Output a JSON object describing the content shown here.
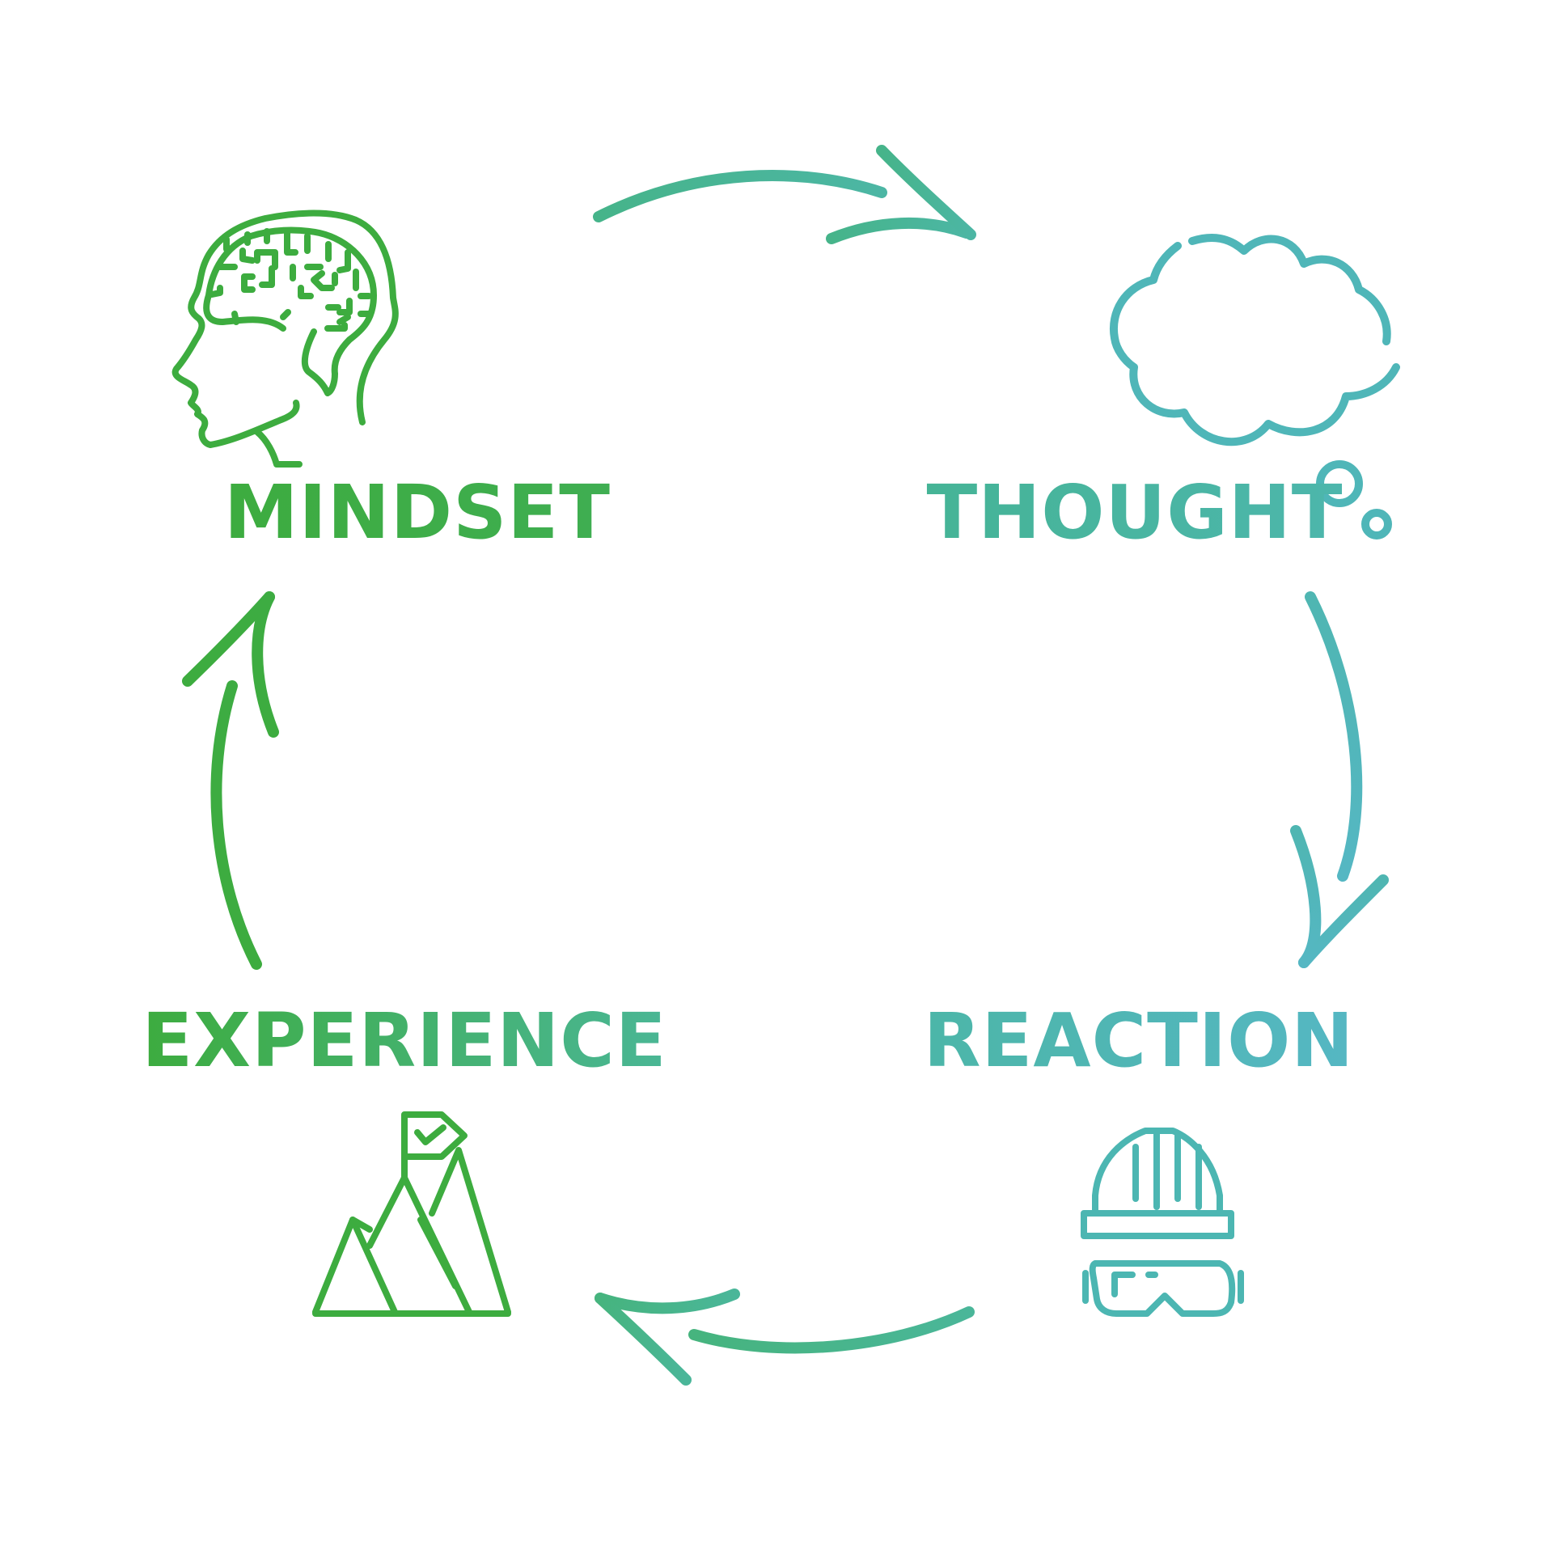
{
  "colors": {
    "green": "#3dac3f",
    "green_teal": "#48b687",
    "teal": "#4cb6a4",
    "cyan": "#55b7c3"
  },
  "nodes": {
    "mindset": {
      "label": "MINDSET",
      "icon": "head-brain-icon"
    },
    "thought": {
      "label": "THOUGHT",
      "icon": "thought-cloud-icon"
    },
    "reaction": {
      "label": "REACTION",
      "icon": "hardhat-goggles-icon"
    },
    "experience": {
      "label": "EXPERIENCE",
      "icon": "mountain-flag-icon"
    }
  }
}
